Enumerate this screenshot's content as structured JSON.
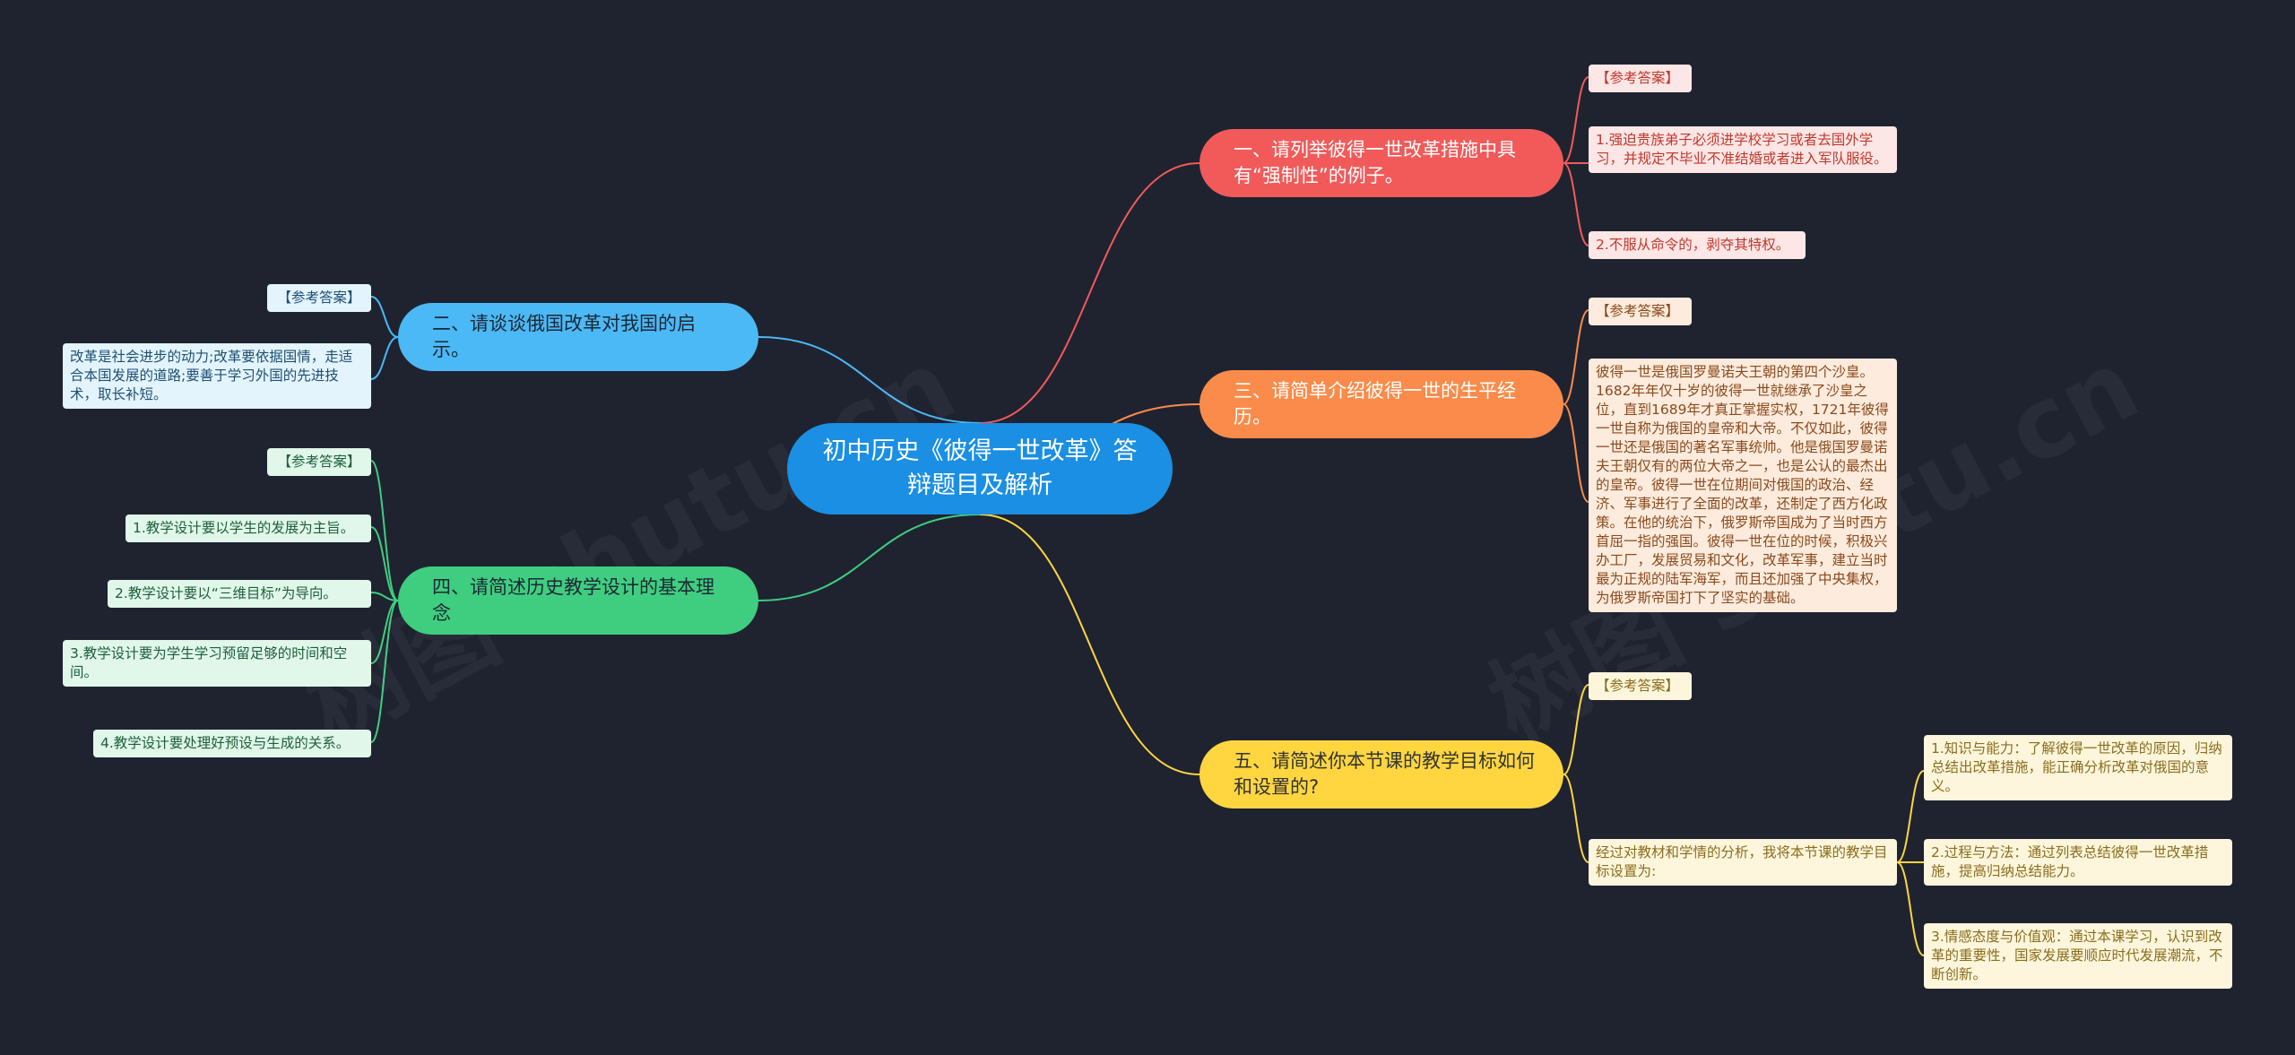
{
  "colors": {
    "background": "#1f2330",
    "root": "#1a8fe3",
    "red": "#f25a5a",
    "orange": "#fb8b4a",
    "yellow": "#ffd640",
    "blue": "#4bb9f5",
    "green": "#3fce7f"
  },
  "watermark": "树图 shutu.cn",
  "root": {
    "text": "初中历史《彼得一世改革》答辩题目及解析"
  },
  "q1": {
    "title": "一、请列举彼得一世改革措施中具有“强制性”的例子。",
    "tag": "【参考答案】",
    "items": [
      "1.强迫贵族弟子必须进学校学习或者去国外学习，并规定不毕业不准结婚或者进入军队服役。",
      "2.不服从命令的，剥夺其特权。"
    ]
  },
  "q2": {
    "title": "二、请谈谈俄国改革对我国的启示。",
    "tag": "【参考答案】",
    "answer": "改革是社会进步的动力;改革要依据国情，走适合本国发展的道路;要善于学习外国的先进技术，取长补短。"
  },
  "q3": {
    "title": "三、请简单介绍彼得一世的生平经历。",
    "tag": "【参考答案】",
    "answer": "彼得一世是俄国罗曼诺夫王朝的第四个沙皇。1682年年仅十岁的彼得一世就继承了沙皇之位，直到1689年才真正掌握实权，1721年彼得一世自称为俄国的皇帝和大帝。不仅如此，彼得一世还是俄国的著名军事统帅。他是俄国罗曼诺夫王朝仅有的两位大帝之一，也是公认的最杰出的皇帝。彼得一世在位期间对俄国的政治、经济、军事进行了全面的改革，还制定了西方化政策。在他的统治下，俄罗斯帝国成为了当时西方首屈一指的强国。彼得一世在位的时候，积极兴办工厂，发展贸易和文化，改革军事，建立当时最为正规的陆军海军，而且还加强了中央集权，为俄罗斯帝国打下了坚实的基础。"
  },
  "q4": {
    "title": "四、请简述历史教学设计的基本理念",
    "tag": "【参考答案】",
    "items": [
      "1.教学设计要以学生的发展为主旨。",
      "2.教学设计要以“三维目标”为导向。",
      "3.教学设计要为学生学习预留足够的时间和空间。",
      "4.教学设计要处理好预设与生成的关系。"
    ]
  },
  "q5": {
    "title": "五、请简述你本节课的教学目标如何和设置的?",
    "tag": "【参考答案】",
    "intro": "经过对教材和学情的分析，我将本节课的教学目标设置为:",
    "items": [
      "1.知识与能力：了解彼得一世改革的原因，归纳总结出改革措施，能正确分析改革对俄国的意义。",
      "2.过程与方法：通过列表总结彼得一世改革措施，提高归纳总结能力。",
      "3.情感态度与价值观：通过本课学习，认识到改革的重要性，国家发展要顺应时代发展潮流，不断创新。"
    ]
  }
}
